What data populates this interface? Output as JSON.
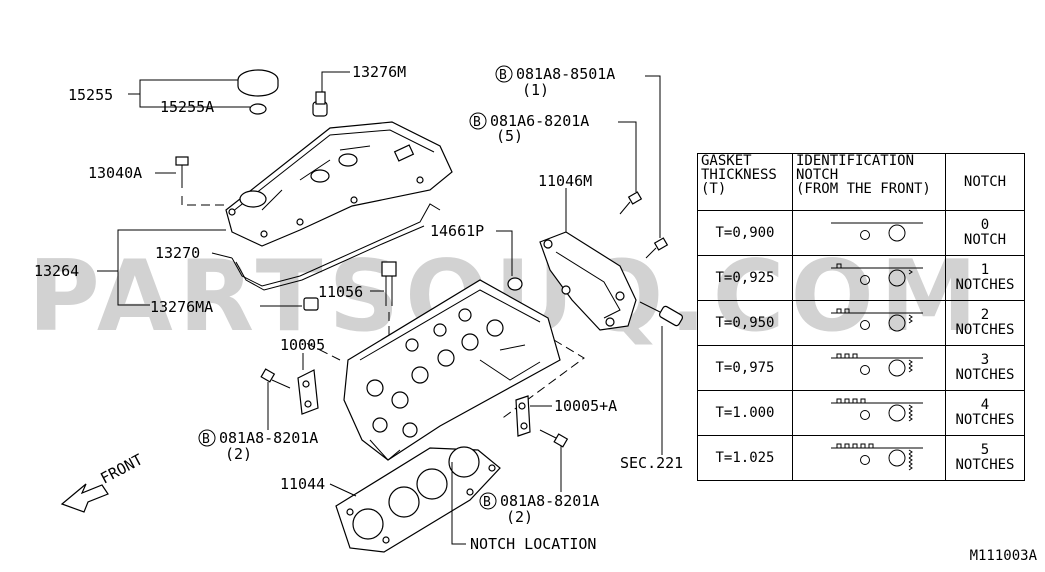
{
  "watermark": "PARTSOUQ.COM",
  "labels": {
    "p15255": "15255",
    "p15255A": "15255A",
    "p13276M": "13276M",
    "p13040A": "13040A",
    "p13270": "13270",
    "p13264": "13264",
    "p13276MA": "13276MA",
    "p11056": "11056",
    "p14661P": "14661P",
    "p11046M": "11046M",
    "p10005": "10005",
    "p10005A": "10005+A",
    "p11044": "11044",
    "bolt1": "081A8-8501A",
    "bolt1_qty": "(1)",
    "bolt2": "081A6-8201A",
    "bolt2_qty": "(5)",
    "bolt3": "081A8-8201A",
    "bolt3_qty": "(2)",
    "bolt4": "081A8-8201A",
    "bolt4_qty": "(2)",
    "bolt_prefix": "B",
    "sec": "SEC.221",
    "notch_location": "NOTCH LOCATION",
    "front": "FRONT"
  },
  "table": {
    "headers": {
      "col1_l1": "GASKET",
      "col1_l2": "THICKNESS",
      "col1_l3": "(T)",
      "col2_l1": "IDENTIFICATION",
      "col2_l2": "NOTCH",
      "col2_l3": "(FROM THE FRONT)",
      "col3": "NOTCH"
    },
    "rows": [
      {
        "thickness": "T=0,900",
        "count": "0",
        "unit": "NOTCH",
        "notches": 0
      },
      {
        "thickness": "T=0,925",
        "count": "1",
        "unit": "NOTCHES",
        "notches": 1
      },
      {
        "thickness": "T=0,950",
        "count": "2",
        "unit": "NOTCHES",
        "notches": 2
      },
      {
        "thickness": "T=0,975",
        "count": "3",
        "unit": "NOTCHES",
        "notches": 3
      },
      {
        "thickness": "T=1.000",
        "count": "4",
        "unit": "NOTCHES",
        "notches": 4
      },
      {
        "thickness": "T=1.025",
        "count": "5",
        "unit": "NOTCHES",
        "notches": 5
      }
    ]
  },
  "code": "M111003A"
}
